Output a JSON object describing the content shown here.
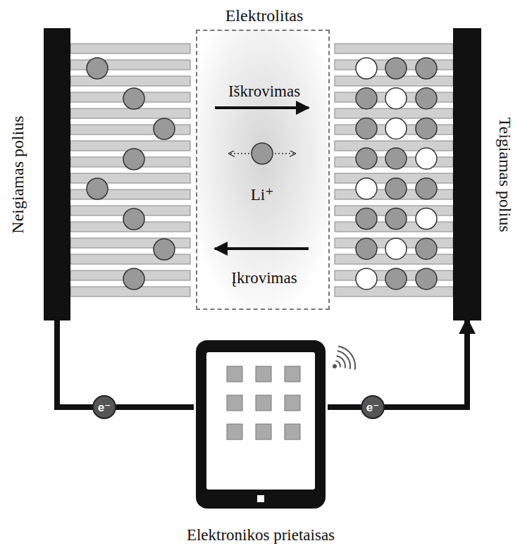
{
  "diagram": {
    "nodes": [
      {
        "text": [
          "Neigiamas polius"
        ]
      },
      {
        "text": [
          "Elektrolitas",
          "Iškrovimas",
          "Li⁺",
          "Įkrovimas"
        ]
      },
      {
        "text": [
          "Teigiamas polius"
        ]
      },
      {
        "text": [
          "Elektronikos prietaisas"
        ]
      }
    ],
    "edges": [
      {
        "from": 0,
        "to": 3,
        "label": "e⁻",
        "arrow": "none"
      },
      {
        "from": 3,
        "to": 2,
        "label": "e⁻",
        "arrow": "to"
      }
    ]
  }
}
